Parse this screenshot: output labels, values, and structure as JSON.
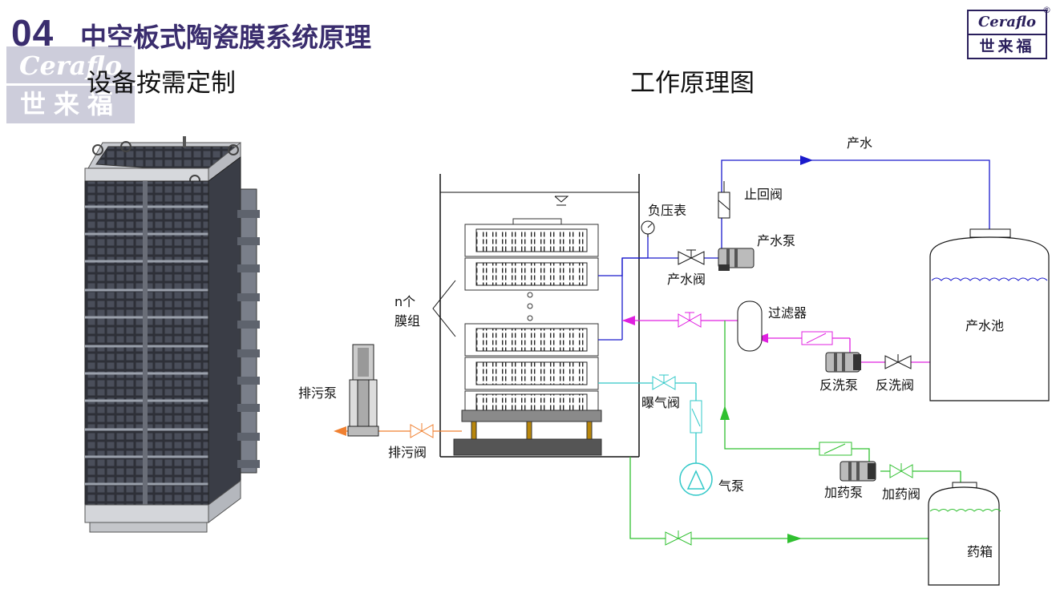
{
  "header": {
    "number": "04",
    "title": "中空板式陶瓷膜系统原理"
  },
  "logo": {
    "en": "Ceraflo",
    "cn": "世来福",
    "registered": "®"
  },
  "watermark": {
    "en": "Ceraflo",
    "cn": "世来福"
  },
  "left_subtitle": "设备按需定制",
  "right_subtitle": "工作原理图",
  "diagram_labels": {
    "product_water": "产水",
    "check_valve": "止回阀",
    "vacuum_gauge": "负压表",
    "product_pump": "产水泵",
    "product_valve": "产水阀",
    "product_tank": "产水池",
    "filter": "过滤器",
    "n_count": "n个",
    "membrane_group": "膜组",
    "backwash_pump": "反洗泵",
    "backwash_valve": "反洗阀",
    "drain_pump": "排污泵",
    "drain_valve": "排污阀",
    "aeration_valve": "曝气阀",
    "air_pump": "气泵",
    "dosing_pump": "加药泵",
    "dosing_valve": "加药阀",
    "dosing_tank": "药箱"
  },
  "colors": {
    "product_line": "#1a1acc",
    "backwash_line": "#e020e0",
    "air_line": "#30c8c8",
    "dosing_line": "#30c030",
    "drain_line": "#f08030",
    "brand": "#3a2d6e"
  }
}
